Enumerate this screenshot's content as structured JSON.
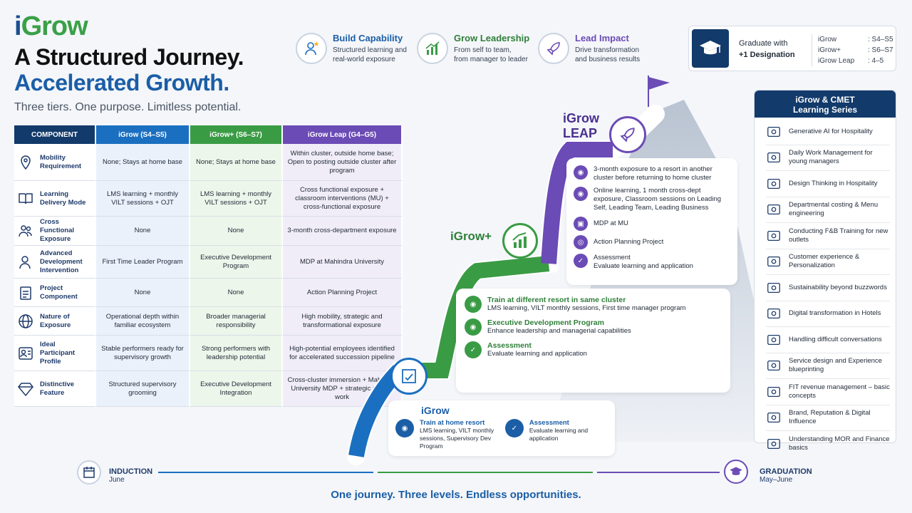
{
  "brand": {
    "part1": "i",
    "part2": "Grow"
  },
  "headline1": "A Structured Journey.",
  "headline2": "Accelerated Growth.",
  "tagline": "Three tiers. One purpose. Limitless potential.",
  "features": [
    {
      "title": "Build Capability",
      "line1": "Structured learning and",
      "line2": "real-world exposure",
      "icon": "person-star-icon"
    },
    {
      "title": "Grow Leadership",
      "line1": "From self to team,",
      "line2": "from manager to leader",
      "icon": "growth-chart-icon"
    },
    {
      "title": "Lead Impact",
      "line1": "Drive transformation",
      "line2": "and business results",
      "icon": "rocket-icon"
    }
  ],
  "graduate": {
    "line1": "Graduate with",
    "line2": "+1 Designation",
    "items": [
      {
        "name": "iGrow",
        "value": ": S4–S5"
      },
      {
        "name": "iGrow+",
        "value": ": S6–S7"
      },
      {
        "name": "iGrow Leap",
        "value": ": 4–5"
      }
    ]
  },
  "table": {
    "headers": [
      "COMPONENT",
      "iGrow (S4–S5)",
      "iGrow+ (S6–S7)",
      "iGrow Leap (G4–G5)"
    ],
    "header_colors": [
      "#123a6b",
      "#1b6fc0",
      "#3a9b45",
      "#6b4bb5"
    ],
    "rows": [
      {
        "label": "Mobility Requirement",
        "icon": "location-pin-icon",
        "c1": "None; Stays at home base",
        "c2": "None; Stays at home base",
        "c3": "Within cluster, outside home base; Open to posting outside cluster after program"
      },
      {
        "label": "Learning Delivery Mode",
        "icon": "book-icon",
        "c1": "LMS learning + monthly VILT sessions + OJT",
        "c2": "LMS learning + monthly VILT sessions + OJT",
        "c3": "Cross functional exposure + classroom interventions (MU) + cross-functional exposure"
      },
      {
        "label": "Cross Functional Exposure",
        "icon": "people-icon",
        "c1": "None",
        "c2": "None",
        "c3": "3-month cross-department exposure"
      },
      {
        "label": "Advanced Development Intervention",
        "icon": "person-star-icon",
        "c1": "First Time Leader Program",
        "c2": "Executive Development Program",
        "c3": "MDP at Mahindra University"
      },
      {
        "label": "Project Component",
        "icon": "clipboard-icon",
        "c1": "None",
        "c2": "None",
        "c3": "Action Planning Project"
      },
      {
        "label": "Nature of Exposure",
        "icon": "globe-icon",
        "c1": "Operational depth within familiar ecosystem",
        "c2": "Broader managerial responsibility",
        "c3": "High mobility, strategic and transformational exposure"
      },
      {
        "label": "Ideal Participant Profile",
        "icon": "profile-icon",
        "c1": "Stable performers ready for supervisory growth",
        "c2": "Strong performers with leadership potential",
        "c3": "High-potential employees identified for accelerated succession pipeline"
      },
      {
        "label": "Distinctive Feature",
        "icon": "diamond-icon",
        "c1": "Structured supervisory grooming",
        "c2": "Executive Development Integration",
        "c3": "Cross-cluster immersion + Mahindra University MDP + strategic project work"
      }
    ]
  },
  "leap": {
    "title1": "iGrow",
    "title2": "LEAP",
    "color": "#6b4bb5",
    "items": [
      "3-month exposure to a resort in another cluster before returning to home cluster",
      "Online learning, 1 month cross-dept exposure, Classroom sessions on Leading Self, Leading Team, Leading Business",
      "MDP at MU",
      "Action Planning Project",
      "Assessment",
      "Evaluate learning and application"
    ]
  },
  "plus": {
    "title": "iGrow+",
    "color": "#3a9b45",
    "items": [
      {
        "title": "Train at different resort in same cluster",
        "desc": "LMS learning, VILT monthly sessions, First time manager program"
      },
      {
        "title": "Executive Development Program",
        "desc": "Enhance leadership and managerial capabilities"
      },
      {
        "title": "Assessment",
        "desc": "Evaluate learning and application"
      }
    ]
  },
  "base": {
    "title": "iGrow",
    "color": "#1b6fc0",
    "items": [
      {
        "title": "Train at home resort",
        "desc": "LMS learning, VILT monthly sessions, Supervisory Dev Program"
      },
      {
        "title": "Assessment",
        "desc": "Evaluate learning and application"
      }
    ]
  },
  "series": {
    "title1": "iGrow & CMET",
    "title2": "Learning Series",
    "items": [
      "Generative AI for Hospitality",
      "Daily Work Management for young managers",
      "Design Thinking in Hospitality",
      "Departmental costing & Menu engineering",
      "Conducting F&B Training for new outlets",
      "Customer experience & Personalization",
      "Sustainability beyond buzzwords",
      "Digital transformation in Hotels",
      "Handling difficult conversations",
      "Service design and Experience blueprinting",
      "FIT revenue management – basic concepts",
      "Brand, Reputation & Digital Influence",
      "Understanding MOR and Finance basics"
    ]
  },
  "timeline": {
    "start_title": "INDUCTION",
    "start_sub": "June",
    "end_title": "GRADUATION",
    "end_sub": "May–June"
  },
  "footer": "One journey. Three levels. Endless opportunities."
}
